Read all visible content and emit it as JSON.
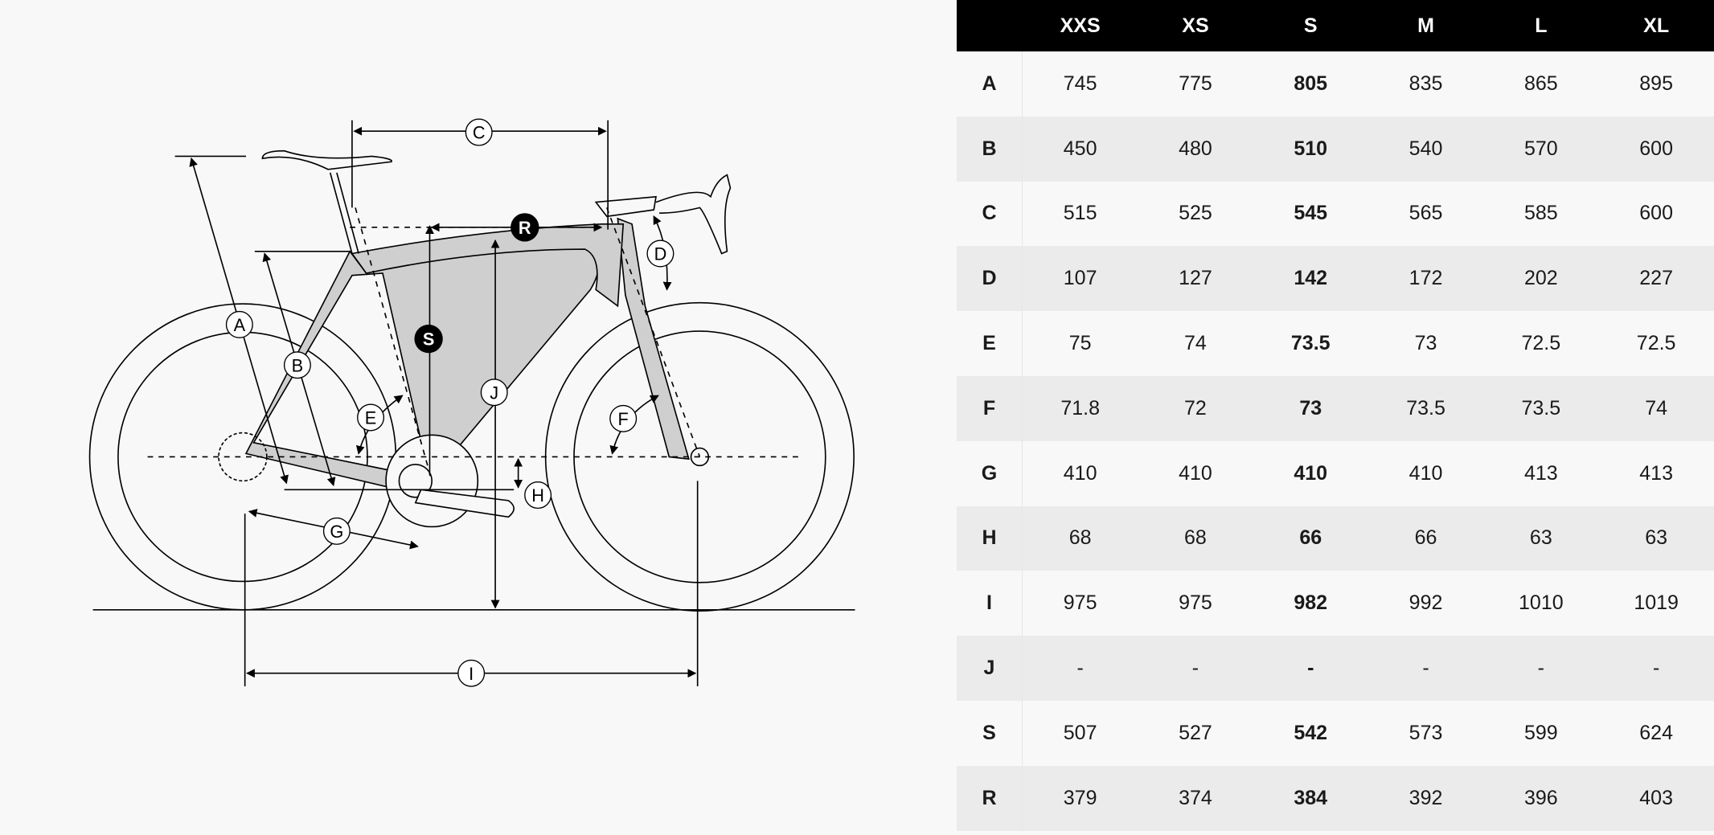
{
  "diagram_labels": {
    "A": "A",
    "B": "B",
    "C": "C",
    "D": "D",
    "E": "E",
    "F": "F",
    "G": "G",
    "H": "H",
    "I": "I",
    "J": "J",
    "R": "R",
    "S": "S"
  },
  "table": {
    "sizes": [
      "XXS",
      "XS",
      "S",
      "M",
      "L",
      "XL"
    ],
    "selected_size": "S",
    "rows": [
      {
        "label": "A",
        "values": [
          "745",
          "775",
          "805",
          "835",
          "865",
          "895"
        ]
      },
      {
        "label": "B",
        "values": [
          "450",
          "480",
          "510",
          "540",
          "570",
          "600"
        ]
      },
      {
        "label": "C",
        "values": [
          "515",
          "525",
          "545",
          "565",
          "585",
          "600"
        ]
      },
      {
        "label": "D",
        "values": [
          "107",
          "127",
          "142",
          "172",
          "202",
          "227"
        ]
      },
      {
        "label": "E",
        "values": [
          "75",
          "74",
          "73.5",
          "73",
          "72.5",
          "72.5"
        ]
      },
      {
        "label": "F",
        "values": [
          "71.8",
          "72",
          "73",
          "73.5",
          "73.5",
          "74"
        ]
      },
      {
        "label": "G",
        "values": [
          "410",
          "410",
          "410",
          "410",
          "413",
          "413"
        ]
      },
      {
        "label": "H",
        "values": [
          "68",
          "68",
          "66",
          "66",
          "63",
          "63"
        ]
      },
      {
        "label": "I",
        "values": [
          "975",
          "975",
          "982",
          "992",
          "1010",
          "1019"
        ]
      },
      {
        "label": "J",
        "values": [
          "-",
          "-",
          "-",
          "-",
          "-",
          "-"
        ]
      },
      {
        "label": "S",
        "values": [
          "507",
          "527",
          "542",
          "573",
          "599",
          "624"
        ]
      },
      {
        "label": "R",
        "values": [
          "379",
          "374",
          "384",
          "392",
          "396",
          "403"
        ]
      }
    ]
  }
}
